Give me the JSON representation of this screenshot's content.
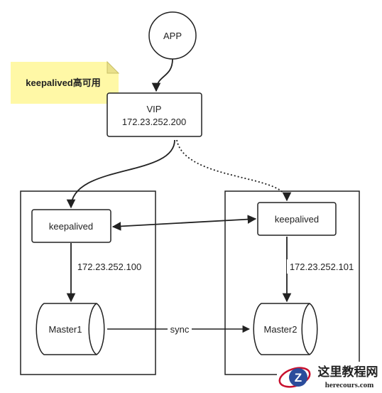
{
  "nodes": {
    "app": "APP",
    "note": "keepalived高可用",
    "vip_label": "VIP",
    "vip_ip": "172.23.252.200",
    "keepalived_left": "keepalived",
    "keepalived_right": "keepalived",
    "master1": "Master1",
    "master2": "Master2"
  },
  "edges": {
    "left_ip": "172.23.252.100",
    "right_ip": "172.23.252.101",
    "sync": "sync"
  },
  "watermark": {
    "name": "这里教程网",
    "url": "herecours.com",
    "logo_letter": "Z"
  },
  "colors": {
    "note_fill": "#fff8a6",
    "stroke": "#222222",
    "logo_red": "#c8102e",
    "logo_blue": "#2b4c9b"
  }
}
